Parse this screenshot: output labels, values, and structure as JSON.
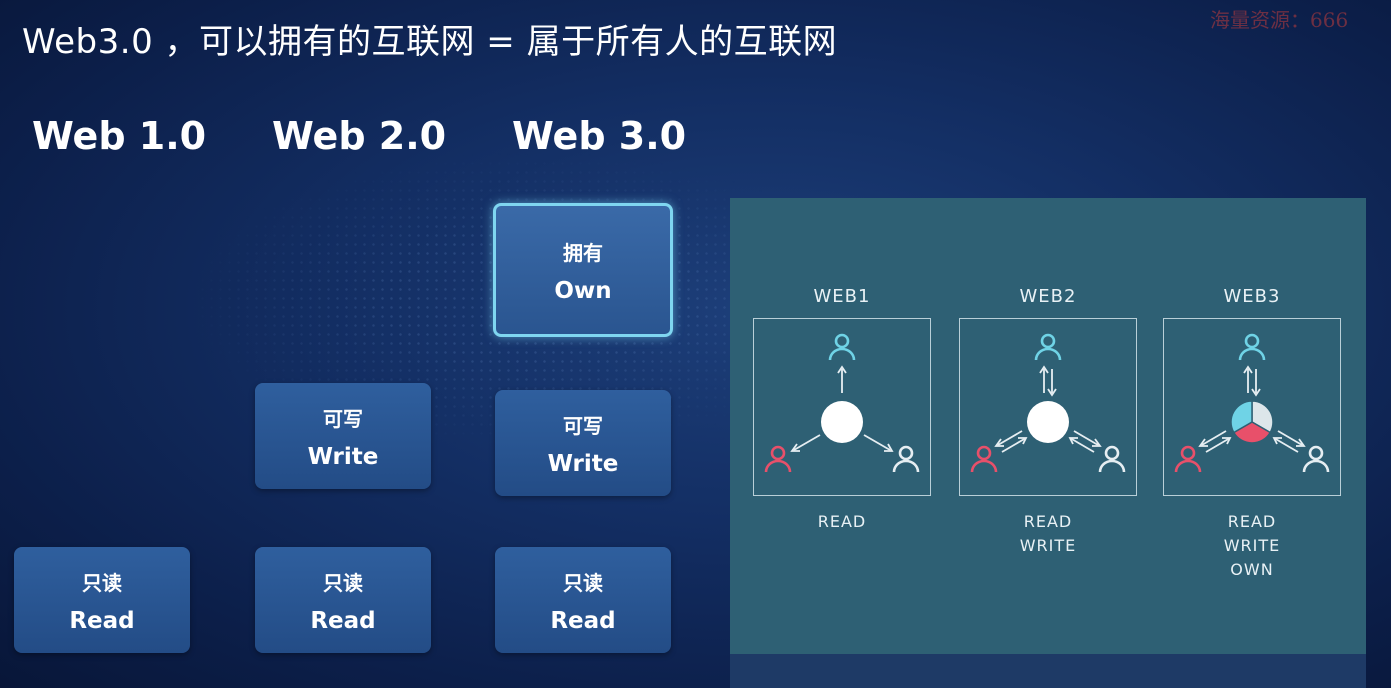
{
  "slide": {
    "title": "Web3.0 ，可以拥有的互联网 = 属于所有人的互联网",
    "watermark": "海量资源：666"
  },
  "columns": [
    {
      "heading": "Web 1.0"
    },
    {
      "heading": "Web 2.0"
    },
    {
      "heading": "Web 3.0"
    }
  ],
  "boxes": {
    "own": {
      "cn": "拥有",
      "en": "Own"
    },
    "write": {
      "cn": "可写",
      "en": "Write"
    },
    "read": {
      "cn": "只读",
      "en": "Read"
    }
  },
  "panel": {
    "web1": {
      "title": "WEB1",
      "lines": [
        "READ"
      ]
    },
    "web2": {
      "title": "WEB2",
      "lines": [
        "READ",
        "WRITE"
      ]
    },
    "web3": {
      "title": "WEB3",
      "lines": [
        "READ",
        "WRITE",
        "OWN"
      ]
    }
  },
  "colors": {
    "user_top": "#6fd3e6",
    "user_left": "#e8506a",
    "user_right": "#e6eef2",
    "slice_blue": "#6fd3e6",
    "slice_red": "#e8506a",
    "slice_grey": "#dde6ea"
  }
}
